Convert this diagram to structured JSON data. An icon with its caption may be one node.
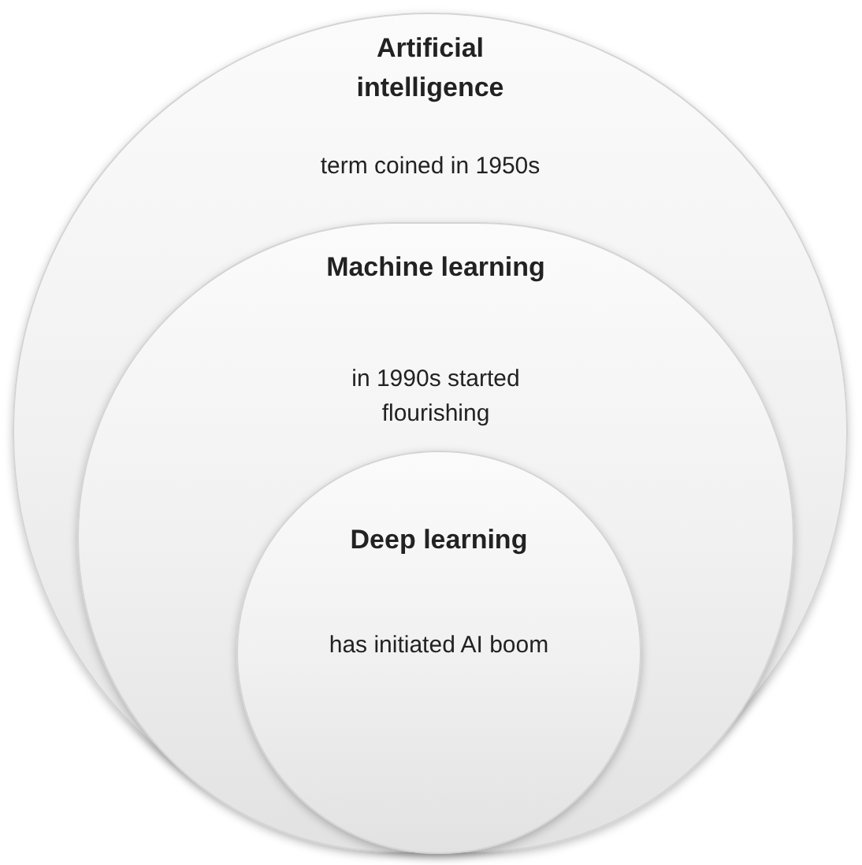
{
  "diagram": {
    "nodes": [
      {
        "text": [
          "Artificial intelligence",
          "term coined in 1950s"
        ]
      },
      {
        "text": [
          "Machine learning",
          "in 1990s started flourishing"
        ],
        "in": 0
      },
      {
        "text": [
          "Deep learning",
          "has initiated AI boom"
        ],
        "in": 1
      }
    ]
  }
}
